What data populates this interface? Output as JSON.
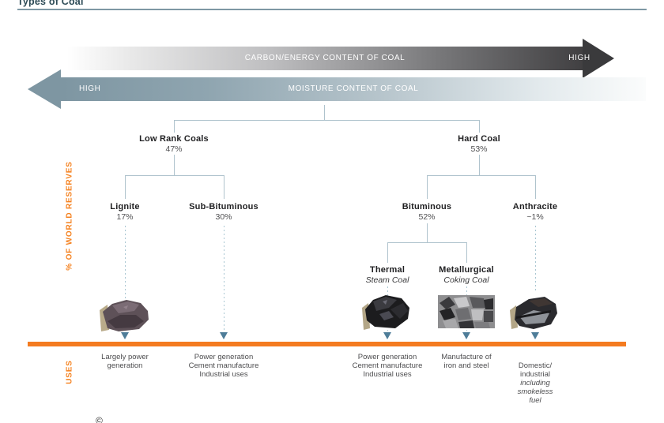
{
  "page": {
    "title": "Types of Coal",
    "copyright_glyph": "©"
  },
  "scales": {
    "carbon": {
      "label": "CARBON/ENERGY CONTENT OF COAL",
      "right_label": "HIGH"
    },
    "moisture": {
      "label": "MOISTURE CONTENT OF COAL",
      "left_label": "HIGH"
    }
  },
  "side_labels": {
    "reserves": "% OF WORLD RESERVES",
    "uses": "USES"
  },
  "colors": {
    "accent_orange": "#F47B20",
    "connector_blue": "#AFC3CD",
    "marker_blue": "#4E7D99",
    "arrow_slate": "#7E96A2",
    "arrow_dark": "#3A3A3C",
    "title_teal": "#2D4B56"
  },
  "tree": {
    "level1": [
      {
        "name": "Low Rank Coals",
        "share": "47%"
      },
      {
        "name": "Hard Coal",
        "share": "53%"
      }
    ],
    "level2": [
      {
        "name": "Lignite",
        "share": "17%"
      },
      {
        "name": "Sub-Bituminous",
        "share": "30%"
      },
      {
        "name": "Bituminous",
        "share": "52%"
      },
      {
        "name": "Anthracite",
        "share": "~1%"
      }
    ],
    "level3": [
      {
        "name": "Thermal",
        "subname": "Steam Coal"
      },
      {
        "name": "Metallurgical",
        "subname": "Coking Coal"
      }
    ]
  },
  "uses": {
    "lignite": "Largely power\ngeneration",
    "sub_bituminous": "Power generation\nCement manufacture\nIndustrial uses",
    "thermal": "Power generation\nCement manufacture\nIndustrial uses",
    "metallurgical": "Manufacture of\niron and steel",
    "anthracite_normal": "Domestic/\nindustrial",
    "anthracite_italic": "including\nsmokeless\nfuel"
  },
  "photos": [
    {
      "id": "lignite-coal-photo"
    },
    {
      "id": "steam-coal-photo"
    },
    {
      "id": "coking-coal-photo"
    },
    {
      "id": "anthracite-coal-photo"
    }
  ]
}
